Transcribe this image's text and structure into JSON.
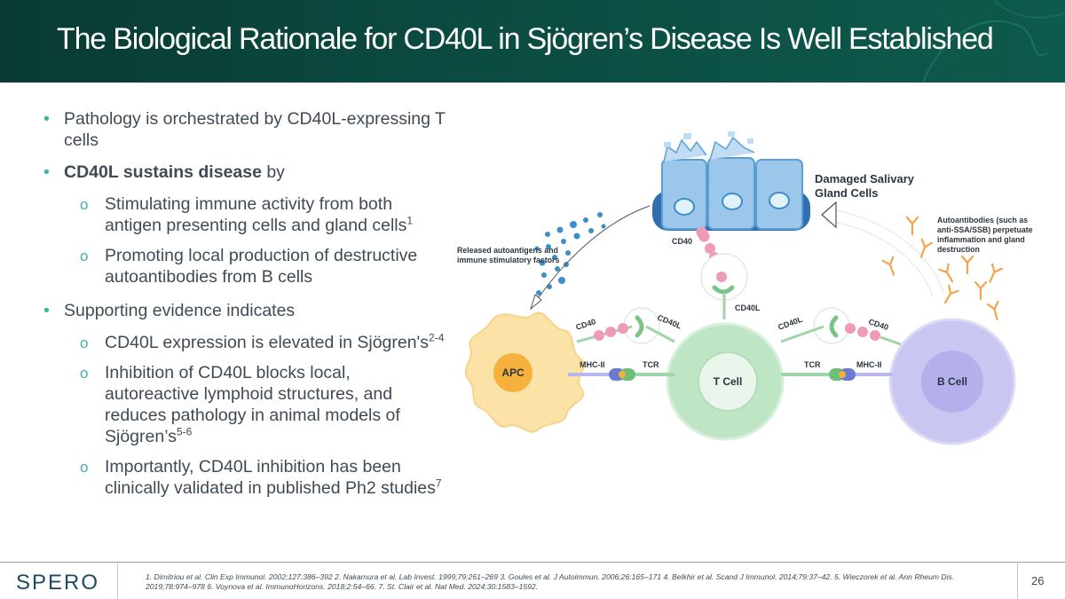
{
  "header": {
    "title": "The Biological Rationale for CD40L in Sjögren’s Disease Is Well Established"
  },
  "bullets": {
    "b1": "Pathology is orchestrated by CD40L-expressing T cells",
    "b2_bold": "CD40L sustains disease",
    "b2_rest": " by",
    "s1": "Stimulating immune activity from both antigen presenting cells and gland cells",
    "s1_sup": "1",
    "s2": "Promoting local production of destructive autoantibodies from B cells",
    "b3": "Supporting evidence indicates",
    "s3": "CD40L expression is elevated in Sjögren's",
    "s3_sup": "2-4",
    "s4": "Inhibition of CD40L blocks local, autoreactive lymphoid structures, and reduces pathology in animal models of Sjögren’s",
    "s4_sup": "5-6",
    "s5": "Importantly, CD40L inhibition has been clinically validated in published Ph2 studies",
    "s5_sup": "7",
    "bullet_glyph": "•",
    "sub_glyph": "o"
  },
  "diagram": {
    "gland_label_1": "Damaged Salivary",
    "gland_label_2": "Gland Cells",
    "released_1": "Released autoantigens and",
    "released_2": "immune stimulatory factors",
    "autoab_1": "Autoantibodies (such as",
    "autoab_2": "anti-SSA/SSB) perpetuate",
    "autoab_3": "inflammation and gland",
    "autoab_4": "destruction",
    "cd40_top": "CD40",
    "cd40l_top": "CD40L",
    "cd40_left": "CD40",
    "cd40l_left": "CD40L",
    "cd40l_right": "CD40L",
    "cd40_right": "CD40",
    "mhc_left": "MHC-II",
    "tcr_left": "TCR",
    "tcr_right": "TCR",
    "mhc_right": "MHC-II",
    "apc": "APC",
    "tcell": "T Cell",
    "bcell": "B Cell"
  },
  "footer": {
    "logo": "SPERO",
    "refs": "1. Dimitriou et al. Clin Exp Immunol. 2002;127:386–392 2. Nakamura et al. Lab Invest. 1999;79:261–269  3. Goules et al. J Autoimmun. 2006;26:165–171 4. Belkhir et al. Scand J Immunol. 2014;79:37–42.  5. Wieczorek et al. Ann Rheum Dis. 2019;78:974–978  6. Voynova et al. ImmunoHorizons. 2018;2:54–66.  7. St. Clair et al. Nat Med. 2024;30:1583–1592.",
    "page": "26"
  },
  "colors": {
    "header_bg": "#0b4a40",
    "accent_teal": "#3bb3a8",
    "apc_orange": "#f6b03c",
    "tcell_green": "#bfe6c4",
    "bcell_lavender": "#c9c6f2",
    "gland_blue": "#5aa7d9",
    "antibody_orange": "#f2a54a",
    "receptor_pink": "#ef9ab8"
  }
}
